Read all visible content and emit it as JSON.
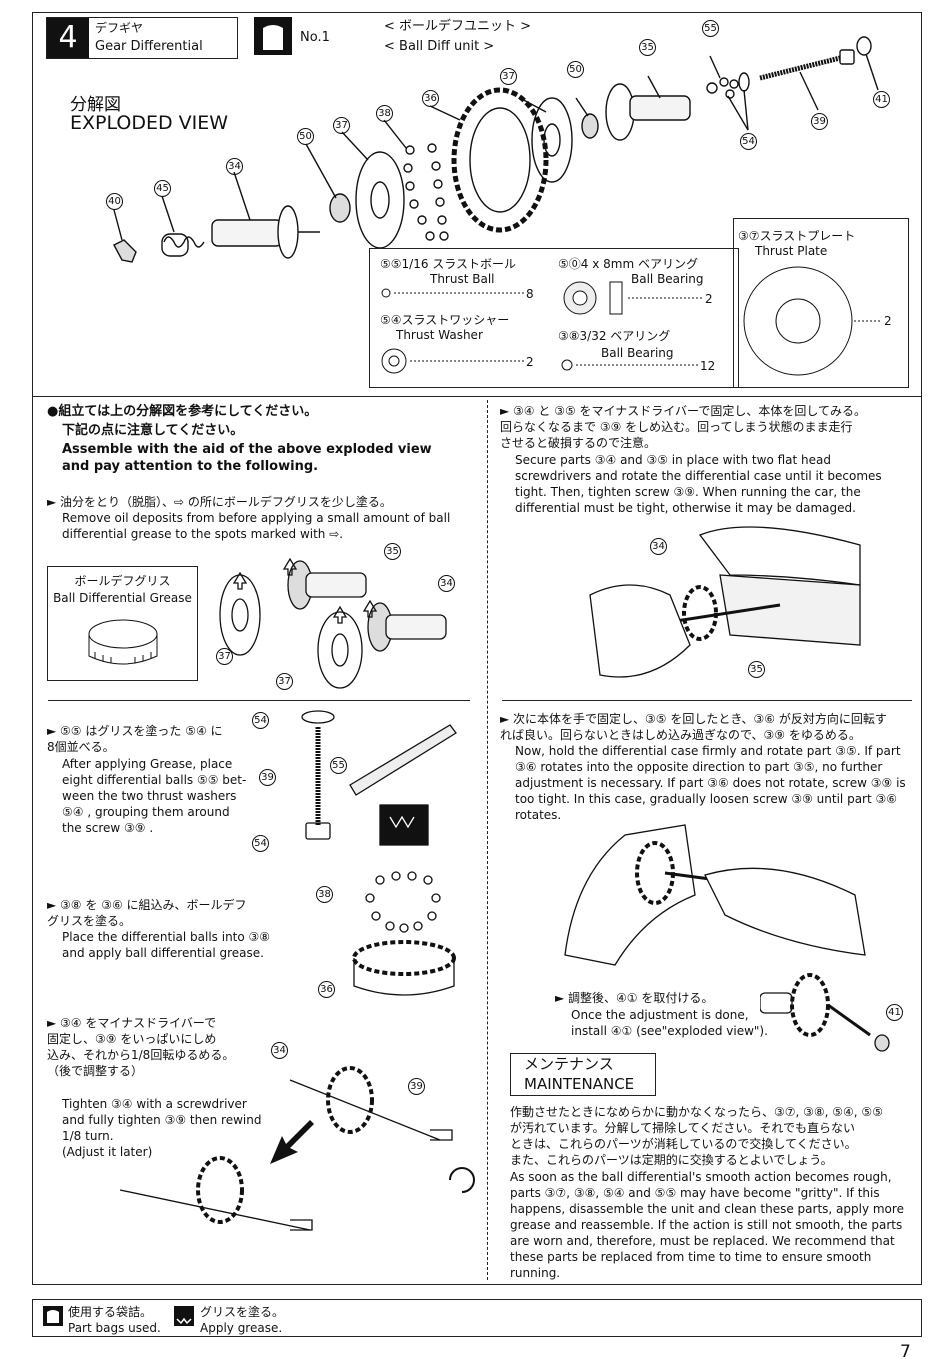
{
  "header": {
    "step_number": "4",
    "title_jp": "デフギヤ",
    "title_en": "Gear Differential",
    "bag_label": "No.1",
    "unit_jp": "< ボールデフユニット >",
    "unit_en": "< Ball Diff unit >"
  },
  "exploded": {
    "title_jp": "分解図",
    "title_en": "EXPLODED VIEW",
    "callouts": [
      "55",
      "35",
      "37",
      "50",
      "36",
      "38",
      "37",
      "50",
      "34",
      "45",
      "40",
      "54",
      "39",
      "41"
    ]
  },
  "parts_box": {
    "thrust_ball_jp": "⑤⑤1/16 スラストボール",
    "thrust_ball_en": "Thrust Ball",
    "thrust_ball_qty": "8",
    "thrust_washer_jp": "⑤④スラストワッシャー",
    "thrust_washer_en": "Thrust Washer",
    "thrust_washer_qty": "2",
    "bearing_jp": "⑤⓪4 x 8mm ベアリング",
    "bearing_en": "Ball Bearing",
    "bearing_qty": "2",
    "small_ball_jp": "③⑧3/32 ベアリング",
    "small_ball_en": "Ball Bearing",
    "small_ball_qty": "12",
    "plate_jp": "③⑦スラストプレート",
    "plate_en": "Thrust Plate",
    "plate_qty": "2"
  },
  "left": {
    "intro_jp_1": "●組立ては上の分解図を参考にしてください。",
    "intro_jp_2": "下記の点に注意してください。",
    "intro_en": "Assemble with the aid of the above exploded view and pay attention to the following.",
    "grease_jp": "► 油分をとり（脱脂）、⇨ の所にボールデフグリスを少し塗る。",
    "grease_en": "Remove oil deposits from before applying a small amount of ball differential grease to the spots marked with ⇨.",
    "grease_box_jp": "ボールデフグリス",
    "grease_box_en": "Ball Differential Grease",
    "step2_jp": "► ⑤⑤ はグリスを塗った ⑤④ に\n8個並べる。",
    "step2_en": "After applying Grease, place\neight differential balls ⑤⑤ bet-\nween the two thrust washers\n⑤④ , grouping them around\nthe screw ③⑨ .",
    "step3_jp": "► ③⑧ を ③⑥ に組込み、ボールデフ\nグリスを塗る。",
    "step3_en": "Place the differential balls into ③⑧\nand apply ball differential grease.",
    "step4_jp": "► ③④ をマイナスドライバーで\n固定し、③⑨ をいっぱいにしめ\n込み、それから1/8回転ゆるめる。\n（後で調整する）",
    "step4_en": "Tighten ③④ with a screwdriver\nand fully tighten ③⑨ then rewind\n1/8 turn.\n(Adjust it later)"
  },
  "right": {
    "step1_jp": "► ③④ と ③⑤ をマイナスドライバーで固定し、本体を回してみる。\n回らなくなるまで ③⑨ をしめ込む。回ってしまう状態のまま走行\nさせると破損するので注意。",
    "step1_en": "Secure parts ③④ and ③⑤ in place with two flat head screwdrivers and rotate the differential case until it becomes tight. Then, tighten screw ③⑨. When running the car, the differential must be tight, otherwise it may be damaged.",
    "step2_jp": "► 次に本体を手で固定し、③⑤ を回したとき、③⑥ が反対方向に回転す\nれば良い。回らないときはしめ込み過ぎなので、③⑨ をゆるめる。",
    "step2_en": "Now, hold the differential case firmly and rotate part ③⑤. If part ③⑥ rotates into the opposite direction to part ③⑤, no further adjustment is necessary. If part ③⑥ does not rotate, screw ③⑨ is too tight. In this case, gradually loosen screw ③⑨ until part ③⑥ rotates.",
    "adjust_jp": "► 調整後、④① を取付ける。",
    "adjust_en": "Once the adjustment is done,\ninstall ④① (see\"exploded view\").",
    "maint_jp": "メンテナンス",
    "maint_en": "MAINTENANCE",
    "maint_text_jp": "作動させたときになめらかに動かなくなったら、③⑦, ③⑧, ⑤④, ⑤⑤\nが汚れています。分解して掃除してください。それでも直らない\nときは、これらのパーツが消耗しているので交換してください。\nまた、これらのパーツは定期的に交換するとよいでしょう。",
    "maint_text_en": "As soon as the ball differential's smooth action becomes rough, parts ③⑦, ③⑧, ⑤④ and ⑤⑤ may have become \"gritty\". If this happens, disassemble the unit and clean these parts, apply more grease and reassemble. If the action is still not smooth, the parts are worn and, therefore, must be replaced. We recommend that these parts be replaced from time to time to ensure smooth running."
  },
  "footer": {
    "bags_jp": "使用する袋詰。",
    "bags_en": "Part bags used.",
    "grease_jp": "グリスを塗る。",
    "grease_en": "Apply grease.",
    "page_number": "7"
  }
}
